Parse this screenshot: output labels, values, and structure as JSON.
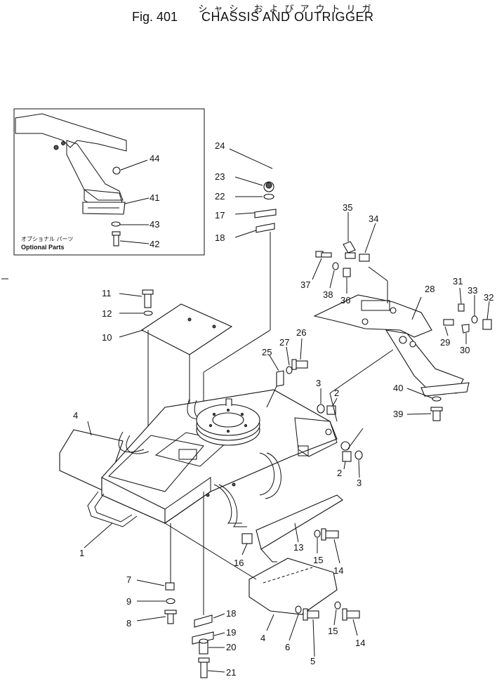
{
  "header": {
    "kana": "シャシ およびアウトリガ",
    "fig": "Fig. 401",
    "title": "CHASSIS   AND OUTRIGGER"
  },
  "inset": {
    "label_jp": "オプショナル パーツ",
    "label_en": "Optional Parts"
  },
  "callouts": [
    "1",
    "2",
    "2",
    "3",
    "3",
    "4",
    "4",
    "5",
    "6",
    "7",
    "8",
    "9",
    "10",
    "11",
    "12",
    "13",
    "14",
    "14",
    "15",
    "15",
    "16",
    "17",
    "18",
    "18",
    "19",
    "20",
    "21",
    "22",
    "23",
    "24",
    "25",
    "26",
    "27",
    "28",
    "29",
    "30",
    "31",
    "32",
    "33",
    "34",
    "35",
    "36",
    "37",
    "38",
    "39",
    "40",
    "41",
    "42",
    "43",
    "44"
  ]
}
